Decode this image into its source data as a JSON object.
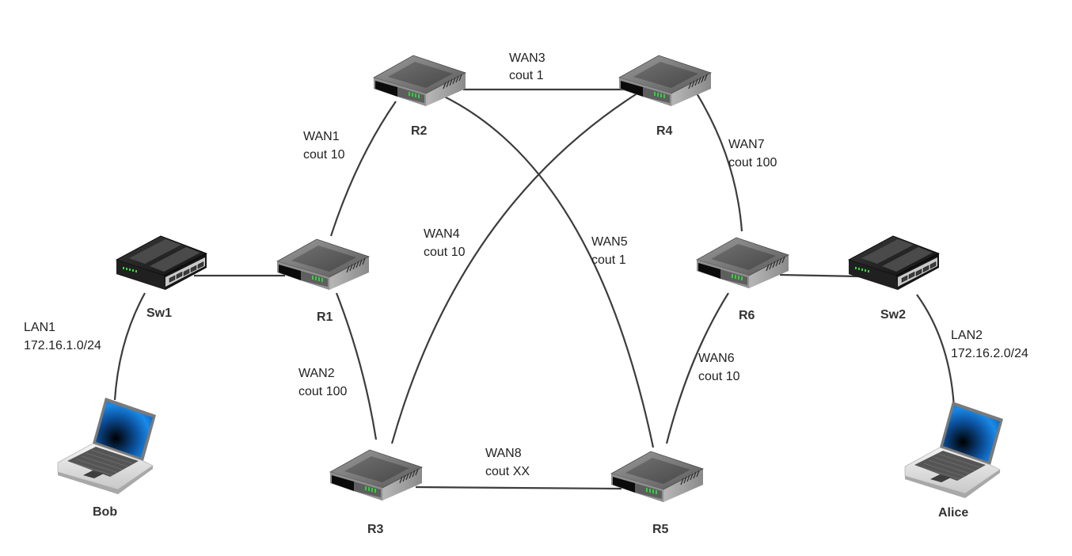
{
  "diagram": {
    "type": "network-topology",
    "nodes": {
      "R1": {
        "label": "R1",
        "kind": "router"
      },
      "R2": {
        "label": "R2",
        "kind": "router"
      },
      "R3": {
        "label": "R3",
        "kind": "router"
      },
      "R4": {
        "label": "R4",
        "kind": "router"
      },
      "R5": {
        "label": "R5",
        "kind": "router"
      },
      "R6": {
        "label": "R6",
        "kind": "router"
      },
      "Sw1": {
        "label": "Sw1",
        "kind": "switch"
      },
      "Sw2": {
        "label": "Sw2",
        "kind": "switch"
      },
      "Bob": {
        "label": "Bob",
        "kind": "laptop"
      },
      "Alice": {
        "label": "Alice",
        "kind": "laptop"
      }
    },
    "links": {
      "wan1": {
        "from": "R1",
        "to": "R2",
        "name": "WAN1",
        "cost": "cout 10"
      },
      "wan2": {
        "from": "R1",
        "to": "R3",
        "name": "WAN2",
        "cost": "cout 100"
      },
      "wan3": {
        "from": "R2",
        "to": "R4",
        "name": "WAN3",
        "cost": "cout 1"
      },
      "wan4": {
        "from": "R3",
        "to": "R4",
        "name": "WAN4",
        "cost": "cout 10"
      },
      "wan5": {
        "from": "R2",
        "to": "R5",
        "name": "WAN5",
        "cost": "cout 1"
      },
      "wan6": {
        "from": "R5",
        "to": "R6",
        "name": "WAN6",
        "cost": "cout 10"
      },
      "wan7": {
        "from": "R4",
        "to": "R6",
        "name": "WAN7",
        "cost": "cout 100"
      },
      "wan8": {
        "from": "R3",
        "to": "R5",
        "name": "WAN8",
        "cost": "cout XX"
      },
      "lan1": {
        "from": "Sw1",
        "to": "Bob",
        "name": "LAN1",
        "subnet": "172.16.1.0/24"
      },
      "lan2": {
        "from": "Sw2",
        "to": "Alice",
        "name": "LAN2",
        "subnet": "172.16.2.0/24"
      },
      "sw1_r1": {
        "from": "Sw1",
        "to": "R1"
      },
      "r6_sw2": {
        "from": "R6",
        "to": "Sw2"
      }
    },
    "colors": {
      "link": "#3c3c3c",
      "led": "#22cc33",
      "screen": "#1a7fd8"
    }
  }
}
